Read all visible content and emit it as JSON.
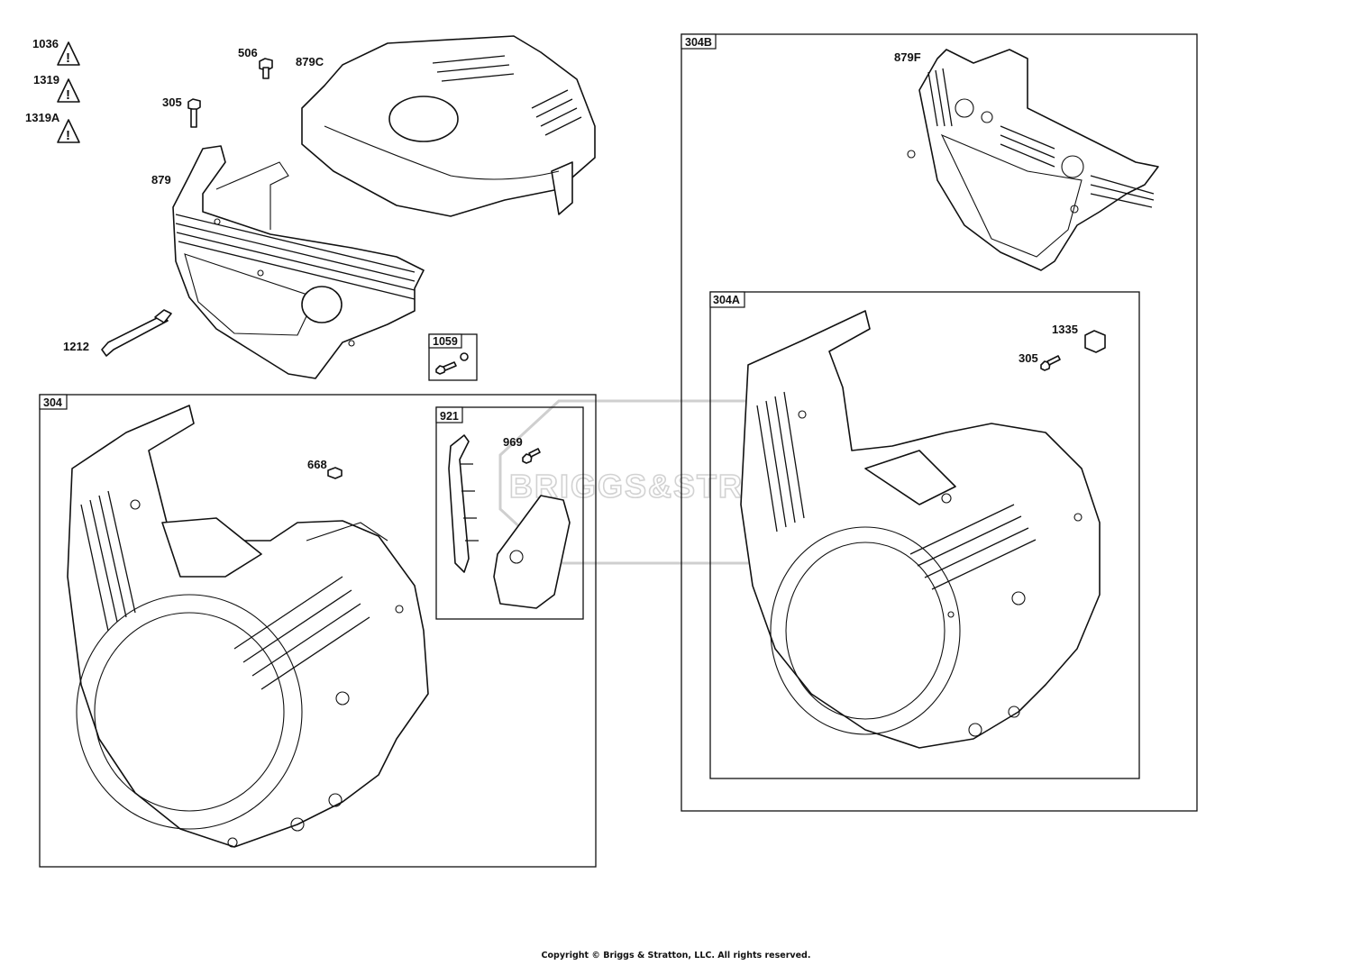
{
  "watermark": {
    "brand": "BRIGGS&STRATTON"
  },
  "warnings": {
    "w1036": "1036",
    "w1319": "1319",
    "w1319a": "1319A"
  },
  "parts": {
    "p506": "506",
    "p879c": "879C",
    "p305_top": "305",
    "p879": "879",
    "p1212": "1212",
    "p1059": "1059",
    "p304": "304",
    "p921": "921",
    "p969": "969",
    "p668": "668",
    "p304b": "304B",
    "p879f": "879F",
    "p304a": "304A",
    "p1335": "1335",
    "p305_right": "305"
  },
  "footer": {
    "copyright": "Copyright © Briggs & Stratton, LLC. All rights reserved."
  }
}
